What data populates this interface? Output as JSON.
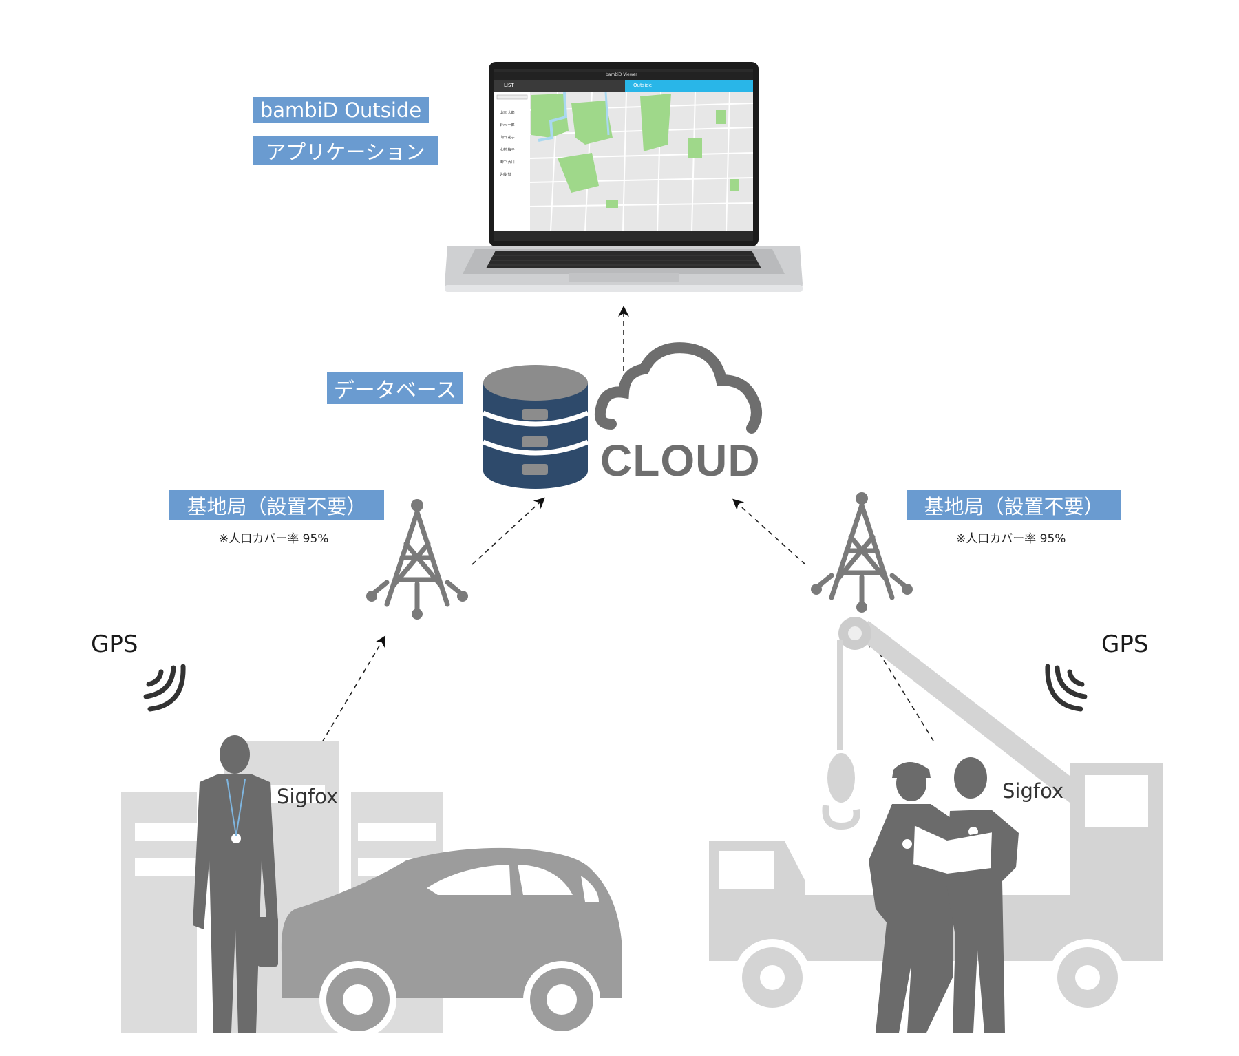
{
  "app": {
    "title_line1": "bambiD Outside",
    "title_line2": "アプリケーション"
  },
  "laptop_screen": {
    "window_title": "bambiD Viewer",
    "tab_list": "LIST",
    "tab_outside": "Outside",
    "list_items": [
      "山本 太郎",
      "鈴木 一郎",
      "山田 花子",
      "木村 梅子",
      "田中 大川",
      "佐藤 健"
    ]
  },
  "database": {
    "label": "データベース"
  },
  "cloud": {
    "label": "CLOUD"
  },
  "base_station_left": {
    "label": "基地局（設置不要）",
    "note": "※人口カバー率 95%"
  },
  "base_station_right": {
    "label": "基地局（設置不要）",
    "note": "※人口カバー率 95%"
  },
  "left_scene": {
    "gps": "GPS",
    "sigfox": "Sigfox"
  },
  "right_scene": {
    "gps": "GPS",
    "sigfox": "Sigfox"
  },
  "colors": {
    "label_bg": "#6a9bd0",
    "db_dark": "#2e4a6b",
    "cloud_gray": "#6e6e6e",
    "silhouette": "#6b6b6b",
    "light_gray": "#d6d6d6",
    "car_gray": "#9c9c9c"
  }
}
